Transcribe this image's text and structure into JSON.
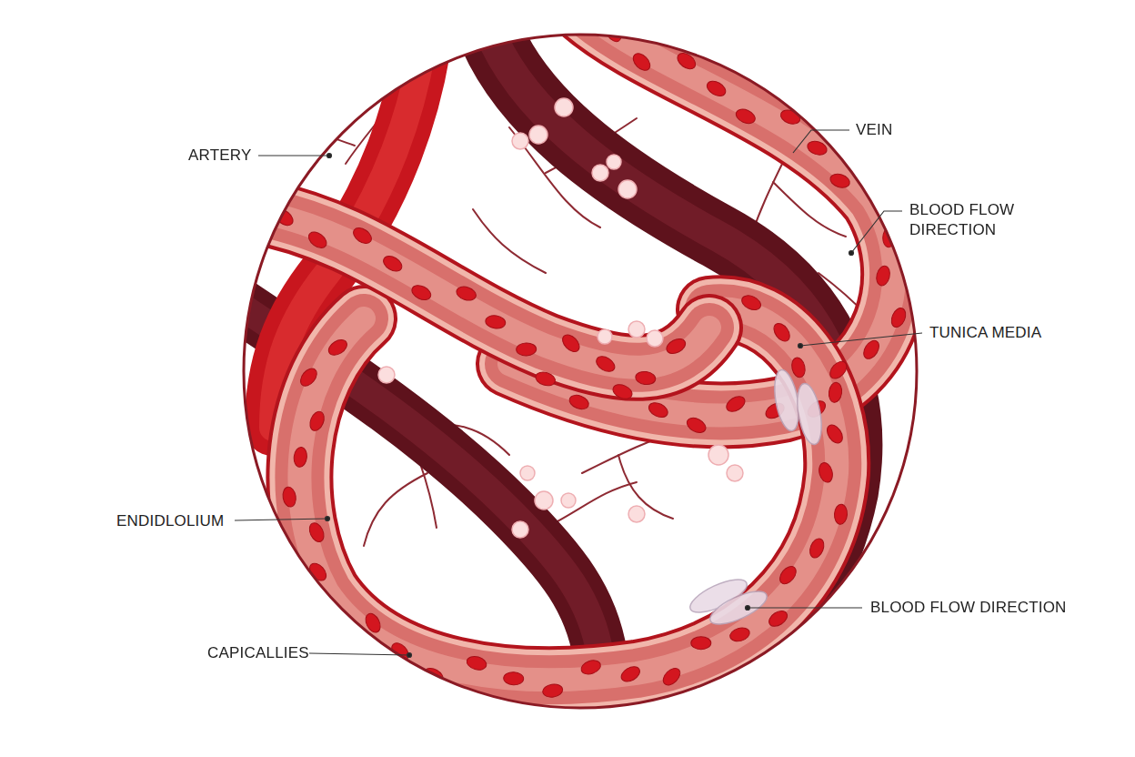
{
  "diagram": {
    "labels": [
      "ARTERY",
      "VEIN",
      "BLOOD FLOW DIRECTION",
      "TUNICA MEDIA",
      "ENDIDLOLIUM",
      "CAPICALLIES",
      "BLOOD FLOW DIRECTION"
    ]
  }
}
